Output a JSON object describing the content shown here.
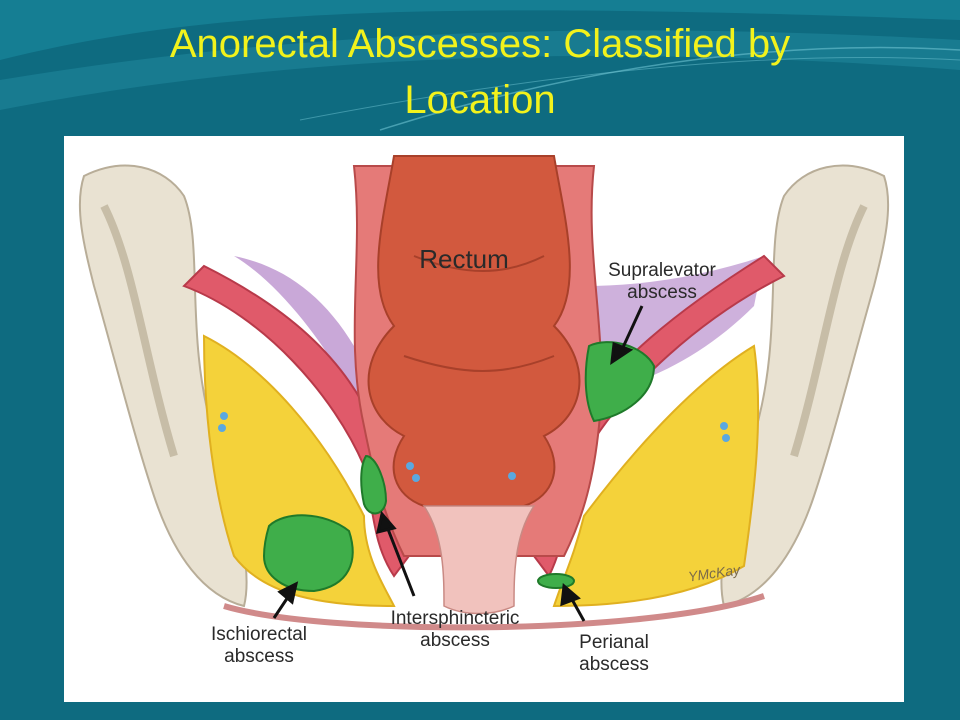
{
  "slide": {
    "title_line1": "Anorectal Abscesses: Classified by",
    "title_line2": "Location"
  },
  "figure": {
    "labels": {
      "rectum": "Rectum",
      "supralevator_line1": "Supralevator",
      "supralevator_line2": "abscess",
      "ischiorectal_line1": "Ischiorectal",
      "ischiorectal_line2": "abscess",
      "intersphincteric_line1": "Intersphincteric",
      "intersphincteric_line2": "abscess",
      "perianal_line1": "Perianal",
      "perianal_line2": "abscess"
    },
    "signature": "YMcKay"
  },
  "colors": {
    "background": "#0e6b80",
    "title": "#f2f21c",
    "abscess": "#3fae4a",
    "fat": "#f4d23a",
    "muscle": "#e05a6a",
    "rectum": "#d2593e",
    "bone": "#e9e2d2",
    "supralevator_space": "#c9a8d8"
  }
}
